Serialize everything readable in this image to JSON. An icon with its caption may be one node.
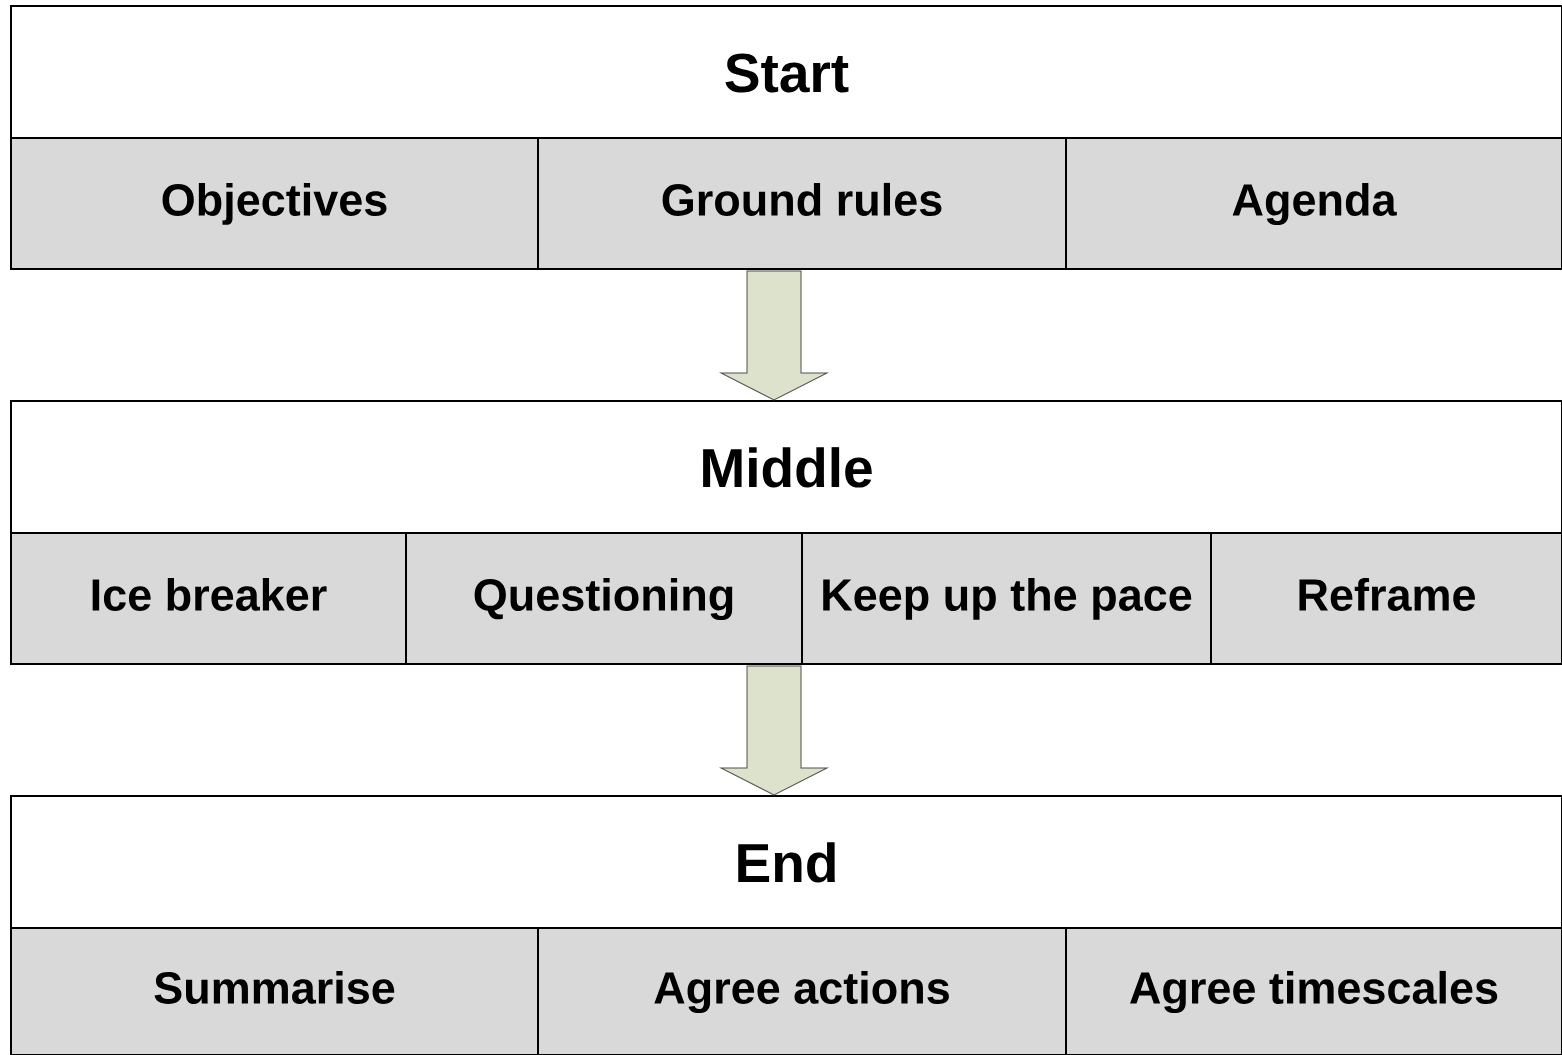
{
  "diagram": {
    "nodes": [
      {
        "text": [
          "Start"
        ]
      },
      {
        "text": [
          "Objectives"
        ]
      },
      {
        "text": [
          "Ground rules"
        ]
      },
      {
        "text": [
          "Agenda"
        ]
      },
      {
        "text": [
          "Middle"
        ]
      },
      {
        "text": [
          "Ice breaker"
        ]
      },
      {
        "text": [
          "Questioning"
        ]
      },
      {
        "text": [
          "Keep up the pace"
        ]
      },
      {
        "text": [
          "Reframe"
        ]
      },
      {
        "text": [
          "End"
        ]
      },
      {
        "text": [
          "Summarise"
        ]
      },
      {
        "text": [
          "Agree actions"
        ]
      },
      {
        "text": [
          "Agree timescales"
        ]
      }
    ],
    "edges": [
      {
        "from": 2,
        "to": 4,
        "arrow": "to"
      },
      {
        "from": 6,
        "to": 9,
        "arrow": "to"
      }
    ]
  }
}
